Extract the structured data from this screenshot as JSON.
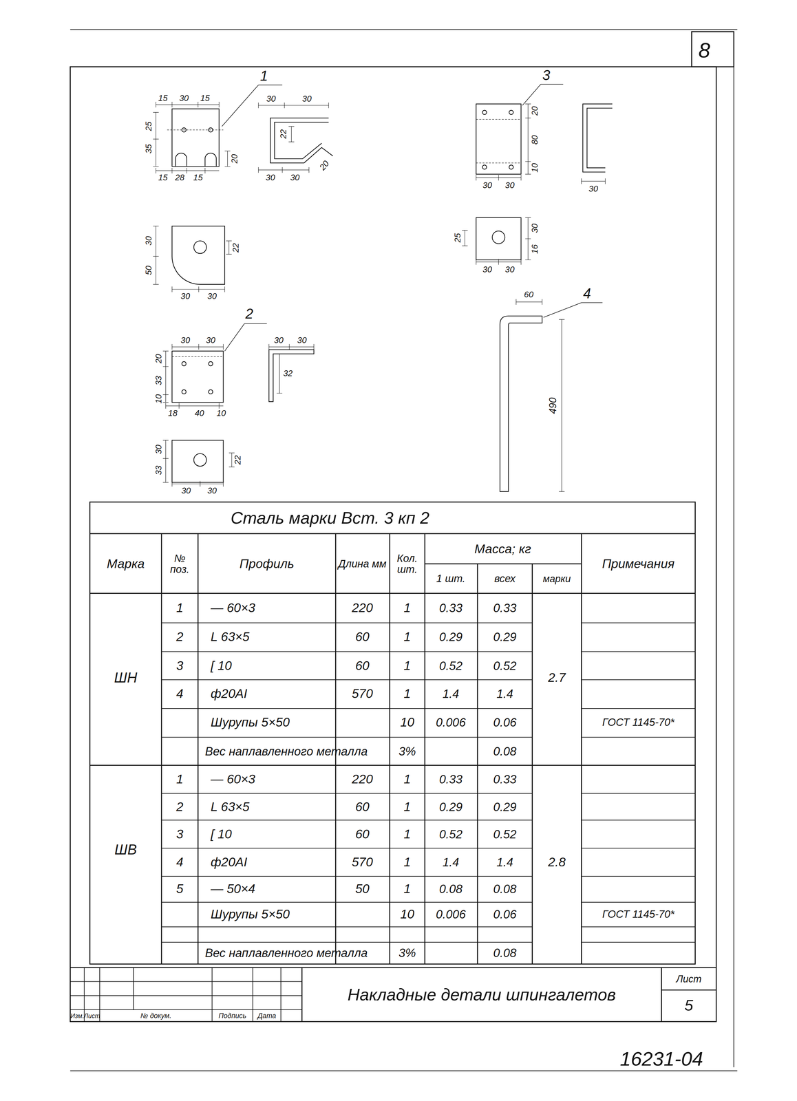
{
  "diagram": {
    "title": "Накладные детали шпингалетов",
    "labels": [
      "8",
      "16231-04",
      "15",
      "30",
      "15",
      "1",
      "25",
      "35",
      "15",
      "28",
      "15",
      "20",
      "30",
      "30",
      "22",
      "30",
      "30",
      "20",
      "30",
      "50",
      "22",
      "30",
      "30",
      "2",
      "30",
      "30",
      "20",
      "33",
      "10",
      "18",
      "40",
      "10",
      "30",
      "30",
      "32",
      "30",
      "33",
      "22",
      "30",
      "30",
      "3",
      "20",
      "80",
      "10",
      "30",
      "30",
      "30",
      "25",
      "30",
      "16",
      "30",
      "30",
      "4",
      "60",
      "490",
      "Сталь марки Вст. 3 кп 2",
      "Марка",
      "№ поз.",
      "Профиль",
      "Длина мм",
      "Кол. шт.",
      "Масса; кг",
      "1 шт.",
      "всех",
      "марки",
      "Примечания",
      "ШН",
      "2.7",
      "1",
      "— 60×3",
      "220",
      "1",
      "0.33",
      "0.33",
      "2",
      "L 63×5",
      "60",
      "1",
      "0.29",
      "0.29",
      "3",
      "[ 10",
      "60",
      "1",
      "0.52",
      "0.52",
      "4",
      "ф20АI",
      "570",
      "1",
      "1.4",
      "1.4",
      "Шурупы 5×50",
      "10",
      "0.006",
      "0.06",
      "ГОСТ 1145-70*",
      "Вес наплавленного металла",
      "3%",
      "0.08",
      "ШВ",
      "2.8",
      "1",
      "— 60×3",
      "220",
      "1",
      "0.33",
      "0.33",
      "2",
      "L 63×5",
      "60",
      "1",
      "0.29",
      "0.29",
      "3",
      "[ 10",
      "60",
      "1",
      "0.52",
      "0.52",
      "4",
      "ф20АI",
      "570",
      "1",
      "1.4",
      "1.4",
      "5",
      "— 50×4",
      "50",
      "1",
      "0.08",
      "0.08",
      "Шурупы 5×50",
      "10",
      "0.006",
      "0.06",
      "ГОСТ 1145-70*",
      "Вес наплавленного металла",
      "3%",
      "0.08",
      "Изм.",
      "Лист",
      "№ докум.",
      "Подпись",
      "Дата",
      "Лист",
      "5"
    ]
  }
}
